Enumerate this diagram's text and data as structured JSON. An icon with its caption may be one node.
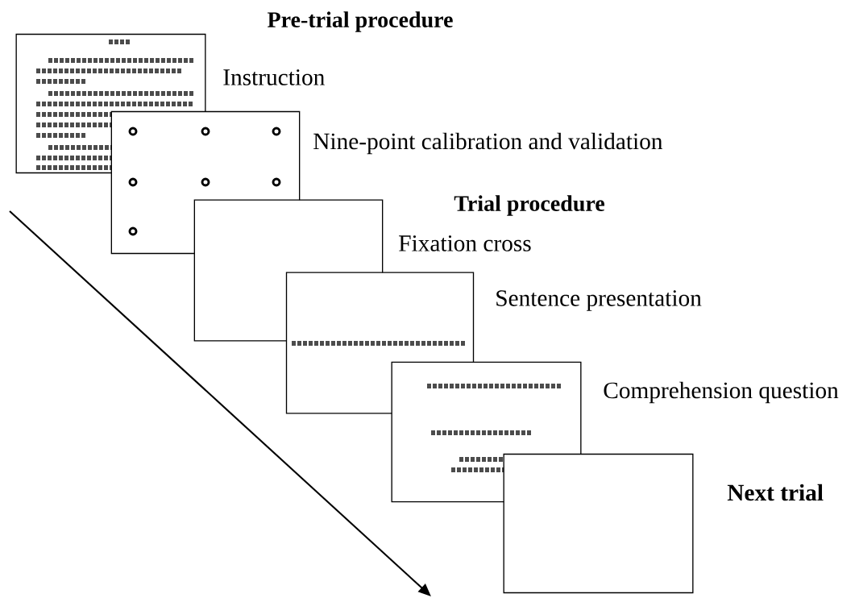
{
  "diagram": {
    "nodes": [
      {
        "text": [],
        "shape": "box",
        "beside": [
          "Instruction"
        ]
      },
      {
        "text": [],
        "shape": "box",
        "beside": [
          "Nine-point calibration and validation"
        ]
      },
      {
        "text": [],
        "shape": "box",
        "beside": [
          "Fixation cross"
        ]
      },
      {
        "text": [],
        "shape": "box",
        "beside": [
          "Sentence presentation"
        ]
      },
      {
        "text": [],
        "shape": "box",
        "beside": [
          "Comprehension question"
        ]
      },
      {
        "text": [],
        "shape": "box",
        "beside": [
          "**Next trial**"
        ]
      }
    ],
    "edges": [],
    "labels": [
      "Pre-trial procedure",
      "Trial procedure"
    ]
  }
}
